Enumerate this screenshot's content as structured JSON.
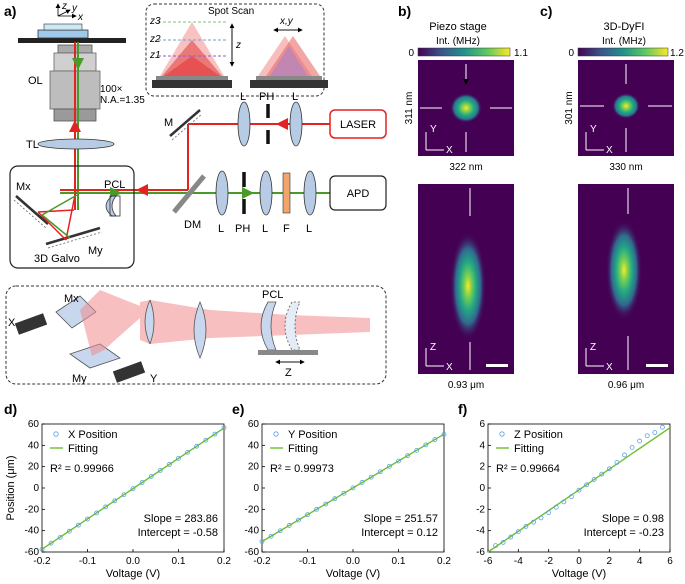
{
  "panel_labels": [
    "a)",
    "b)",
    "c)",
    "d)",
    "e)",
    "f)"
  ],
  "optics": {
    "stage_z": "z",
    "stage_y": "y",
    "stage_x": "x",
    "objective": "OL",
    "objective_spec_1": "100×",
    "objective_spec_2": "N.A.=1.35",
    "tube_lens": "TL",
    "mirror_m": "M",
    "lens_l": "L",
    "pinhole": "PH",
    "laser": "LASER",
    "pcl": "PCL",
    "mx": "Mx",
    "my": "My",
    "dm": "DM",
    "filter": "F",
    "apd": "APD",
    "galvo_box": "3D Galvo",
    "inset_x": "X",
    "inset_y": "Y",
    "inset_z": "Z",
    "inset_mx": "Mx",
    "inset_my": "My",
    "inset_pcl": "PCL"
  },
  "spot_scan": {
    "title": "Spot Scan",
    "z3": "z3",
    "z2": "z2",
    "z1": "z1",
    "z_axis": "z",
    "xy_axis": "x,y"
  },
  "psf_panels": [
    {
      "title": "Piezo stage",
      "cbar_label": "Int. (MHz)",
      "cbar_min": "0",
      "cbar_max": "1.1",
      "size_y": "311 nm",
      "size_x": "322 nm",
      "size_z": "0.93 μm",
      "ax_y": "Y",
      "ax_x1": "X",
      "ax_z": "Z",
      "ax_x2": "X"
    },
    {
      "title": "3D-DyFI",
      "cbar_label": "Int. (MHz)",
      "cbar_min": "0",
      "cbar_max": "1.2",
      "size_y": "301 nm",
      "size_x": "330 nm",
      "size_z": "0.96 μm",
      "ax_y": "Y",
      "ax_x1": "X",
      "ax_z": "Z",
      "ax_x2": "X"
    }
  ],
  "chart_data": [
    {
      "type": "scatter",
      "xlabel": "Voltage (V)",
      "ylabel": "Position (μm)",
      "xlim": [
        -0.2,
        0.2
      ],
      "ylim": [
        -60,
        60
      ],
      "xticks": [
        "-0.2",
        "-0.1",
        "0.0",
        "0.1",
        "0.2"
      ],
      "yticks": [
        "-60",
        "-40",
        "-20",
        "0",
        "20",
        "40",
        "60"
      ],
      "legend": [
        "X Position",
        "Fitting"
      ],
      "r2": "R² = 0.99966",
      "slope": "Slope = 283.86",
      "intercept": "Intercept = -0.58",
      "x": [
        -0.2,
        -0.18,
        -0.16,
        -0.14,
        -0.12,
        -0.1,
        -0.08,
        -0.06,
        -0.04,
        -0.02,
        0,
        0.02,
        0.04,
        0.06,
        0.08,
        0.1,
        0.12,
        0.14,
        0.16,
        0.18,
        0.2
      ],
      "y": [
        -57.5,
        -51.7,
        -46.2,
        -40.5,
        -34.8,
        -29.1,
        -23.4,
        -17.7,
        -12,
        -6.3,
        -0.6,
        5.1,
        10.8,
        16.5,
        22.1,
        27.8,
        33.5,
        39.2,
        44.8,
        50.5,
        56.6
      ]
    },
    {
      "type": "scatter",
      "xlabel": "Voltage (V)",
      "ylabel": "",
      "xlim": [
        -0.2,
        0.2
      ],
      "ylim": [
        -60,
        60
      ],
      "xticks": [
        "-0.2",
        "-0.1",
        "0.0",
        "0.1",
        "0.2"
      ],
      "yticks": [
        "-60",
        "-40",
        "-20",
        "0",
        "20",
        "40",
        "60"
      ],
      "legend": [
        "Y Position",
        "Fitting"
      ],
      "r2": "R² = 0.99973",
      "slope": "Slope = 251.57",
      "intercept": "Intercept = 0.12",
      "x": [
        -0.2,
        -0.18,
        -0.16,
        -0.14,
        -0.12,
        -0.1,
        -0.08,
        -0.06,
        -0.04,
        -0.02,
        0,
        0.02,
        0.04,
        0.06,
        0.08,
        0.1,
        0.12,
        0.14,
        0.16,
        0.18,
        0.2
      ],
      "y": [
        -50.2,
        -45.2,
        -40.1,
        -35.1,
        -30.1,
        -25,
        -20,
        -15,
        -10,
        -4.9,
        0.1,
        5.2,
        10.2,
        15.2,
        20.3,
        25.3,
        30.3,
        35.3,
        40.4,
        45.4,
        50.2
      ]
    },
    {
      "type": "scatter",
      "xlabel": "Voltage (V)",
      "ylabel": "",
      "xlim": [
        -6,
        6
      ],
      "ylim": [
        -6,
        6
      ],
      "xticks": [
        "-6",
        "-4",
        "-2",
        "0",
        "2",
        "4",
        "6"
      ],
      "yticks": [
        "-6",
        "-4",
        "-2",
        "0",
        "2",
        "4",
        "6"
      ],
      "legend": [
        "Z Position",
        "Fitting"
      ],
      "r2": "R² = 0.99664",
      "slope": "Slope = 0.98",
      "intercept": "Intercept = -0.23",
      "x": [
        -5.5,
        -5,
        -4.5,
        -4,
        -3.5,
        -3,
        -2.5,
        -2,
        -1.5,
        -1,
        -0.5,
        0,
        0.5,
        1,
        1.5,
        2,
        2.5,
        3,
        3.5,
        4,
        4.5,
        5,
        5.5
      ],
      "y": [
        -5.4,
        -5.1,
        -4.6,
        -4.1,
        -3.6,
        -3.2,
        -2.8,
        -2.3,
        -1.8,
        -1.3,
        -0.8,
        -0.2,
        0.3,
        0.8,
        1.3,
        1.8,
        2.4,
        3.1,
        3.8,
        4.4,
        4.9,
        5.2,
        5.7
      ]
    }
  ]
}
